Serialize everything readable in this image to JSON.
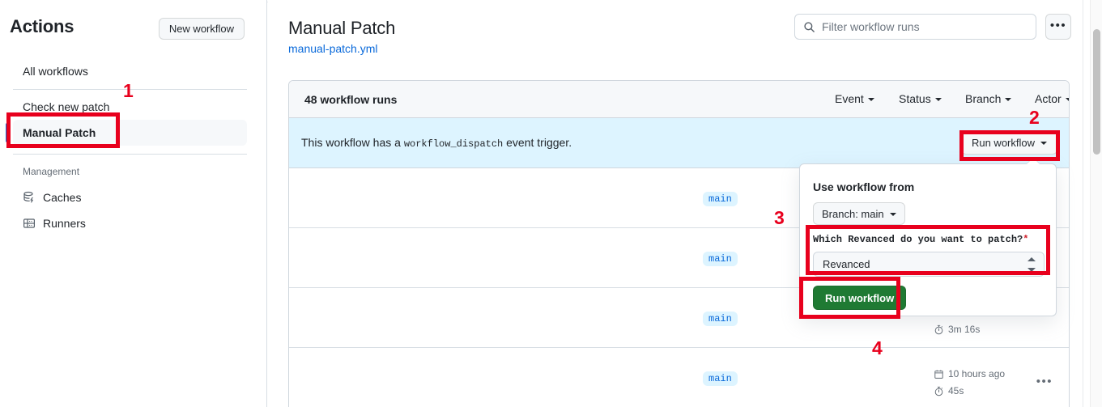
{
  "sidebar": {
    "title": "Actions",
    "new_workflow_label": "New workflow",
    "all_workflows_label": "All workflows",
    "workflows": [
      {
        "label": "Check new patch",
        "selected": false
      },
      {
        "label": "Manual Patch",
        "selected": true
      }
    ],
    "management_label": "Management",
    "management_items": [
      {
        "label": "Caches",
        "icon": "database-cache-icon"
      },
      {
        "label": "Runners",
        "icon": "server-rack-icon"
      }
    ]
  },
  "header": {
    "title": "Manual Patch",
    "file_link": "manual-patch.yml",
    "search_placeholder": "Filter workflow runs",
    "search_value": "",
    "search_icon": "search-icon",
    "kebab_label": "•••"
  },
  "runs": {
    "count_label": "48 workflow runs",
    "filters": [
      {
        "label": "Event"
      },
      {
        "label": "Status"
      },
      {
        "label": "Branch"
      },
      {
        "label": "Actor"
      }
    ],
    "dispatch_prefix": "This workflow has a",
    "dispatch_code": "workflow_dispatch",
    "dispatch_suffix": "event trigger.",
    "run_workflow_label": "Run workflow",
    "rows": [
      {
        "branch": "main",
        "timestamp": "",
        "duration": "",
        "kebab": ""
      },
      {
        "branch": "main",
        "timestamp": "",
        "duration": "",
        "kebab": ""
      },
      {
        "branch": "main",
        "timestamp": "",
        "duration": "3m 16s",
        "kebab": ""
      },
      {
        "branch": "main",
        "timestamp": "10 hours ago",
        "duration": "45s",
        "kebab": "•••"
      }
    ]
  },
  "panel": {
    "use_workflow_from_label": "Use workflow from",
    "branch_button_label": "Branch: main",
    "input_label": "Which Revanced do you want to patch?",
    "input_required_mark": "*",
    "input_value": "Revanced",
    "submit_label": "Run workflow"
  },
  "annotations": [
    {
      "number": "1"
    },
    {
      "number": "2"
    },
    {
      "number": "3"
    },
    {
      "number": "4"
    }
  ],
  "colors": {
    "accent_blue": "#0969da",
    "annotation_red": "#e8001d",
    "green_button": "#1f7a33",
    "banner_blue": "#ddf4ff",
    "progress_orange": "#ff7b62"
  }
}
